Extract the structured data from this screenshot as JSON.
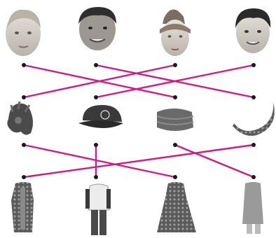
{
  "rows": [
    {
      "row": "heads",
      "items": [
        {
          "id": "head-1",
          "icon": "child-head"
        },
        {
          "id": "head-2",
          "icon": "smiling-head"
        },
        {
          "id": "head-3",
          "icon": "renaissance-lady-head"
        },
        {
          "id": "head-4",
          "icon": "boy-head"
        }
      ]
    },
    {
      "row": "hats",
      "items": [
        {
          "id": "hat-1",
          "icon": "feathered-hat"
        },
        {
          "id": "hat-2",
          "icon": "baseball-cap"
        },
        {
          "id": "hat-3",
          "icon": "knit-beanie"
        },
        {
          "id": "hat-4",
          "icon": "crescent-hat"
        }
      ]
    },
    {
      "row": "bodies",
      "items": [
        {
          "id": "body-1",
          "icon": "historic-robe-body"
        },
        {
          "id": "body-2",
          "icon": "modern-outfit-body"
        },
        {
          "id": "body-3",
          "icon": "ornate-gown-body"
        },
        {
          "id": "body-4",
          "icon": "long-coat-body"
        }
      ]
    }
  ],
  "connections": [
    {
      "from": "head-1",
      "to": "hat-3"
    },
    {
      "from": "head-2",
      "to": "hat-4"
    },
    {
      "from": "head-3",
      "to": "hat-1"
    },
    {
      "from": "head-4",
      "to": "hat-2"
    },
    {
      "from": "hat-1",
      "to": "body-3"
    },
    {
      "from": "hat-2",
      "to": "body-2"
    },
    {
      "from": "hat-3",
      "to": "body-4"
    },
    {
      "from": "hat-4",
      "to": "body-1"
    }
  ],
  "colors": {
    "line": "#d21a86",
    "dot": "#1a1a1a",
    "skin": "#d9d3cc",
    "hair": "#6b6b6b",
    "dark": "#3d3d3d"
  }
}
